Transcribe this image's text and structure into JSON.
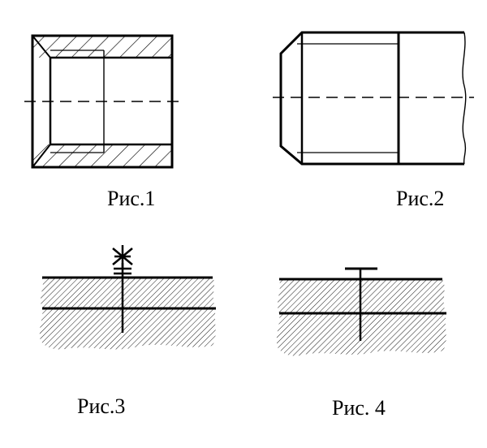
{
  "figures": [
    {
      "id": "fig1",
      "caption": "Рис.1"
    },
    {
      "id": "fig2",
      "caption": "Рис.2"
    },
    {
      "id": "fig3",
      "caption": "Рис.3"
    },
    {
      "id": "fig4",
      "caption": "Рис. 4"
    }
  ],
  "colors": {
    "ink": "#000000",
    "paper": "#ffffff"
  }
}
